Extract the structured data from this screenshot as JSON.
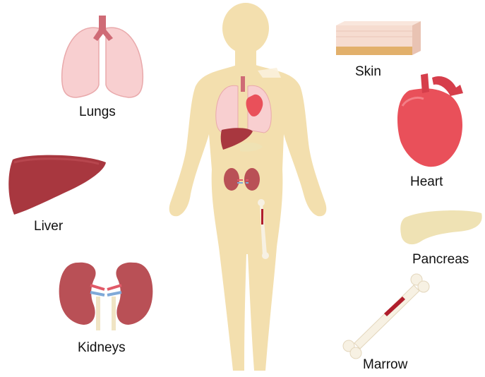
{
  "labels": {
    "lungs": "Lungs",
    "liver": "Liver",
    "kidneys": "Kidneys",
    "skin": "Skin",
    "heart": "Heart",
    "pancreas": "Pancreas",
    "marrow": "Marrow"
  },
  "colors": {
    "body": "#f3dfae",
    "lung": "#f8cfd0",
    "lung_outline": "#e9a9ab",
    "trachea": "#cf6b76",
    "heart": "#e9505a",
    "liver": "#a8373f",
    "kidney": "#b95056",
    "pancreas": "#efe2b4",
    "bone": "#f7f1e3",
    "marrow": "#b01e2c",
    "skin_top": "#f6dcd0",
    "skin_fat": "#e2b06b"
  }
}
